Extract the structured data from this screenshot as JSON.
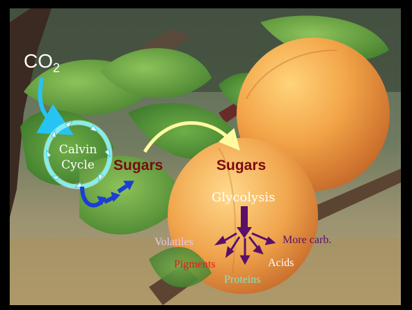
{
  "labels": {
    "co2_main": "CO",
    "co2_sub": "2",
    "calvin_line1": "Calvin",
    "calvin_line2": "Cycle",
    "sugars_leaf": "Sugars",
    "sugars_fruit": "Sugars",
    "glycolysis": "Glycolysis",
    "volatiles": "Volatiles",
    "more_carb": "More carb.",
    "pigments": "Pigments",
    "acids": "Acids",
    "proteins": "Proteins"
  },
  "colors": {
    "co2_arrow": "#26c4f2",
    "calvin_cycle": "#7ff0f0",
    "blue_arrows": "#1a3fd6",
    "sugar_arrow": "#fffaa0",
    "sugars_text": "#7a0a10",
    "glycolysis_arrow": "#5a1069",
    "volatiles_text": "#e6c8f0",
    "more_carb_text": "#5a1069",
    "pigments_text": "#e81818",
    "acids_text": "#ffffff",
    "proteins_text": "#7fe6c8"
  }
}
